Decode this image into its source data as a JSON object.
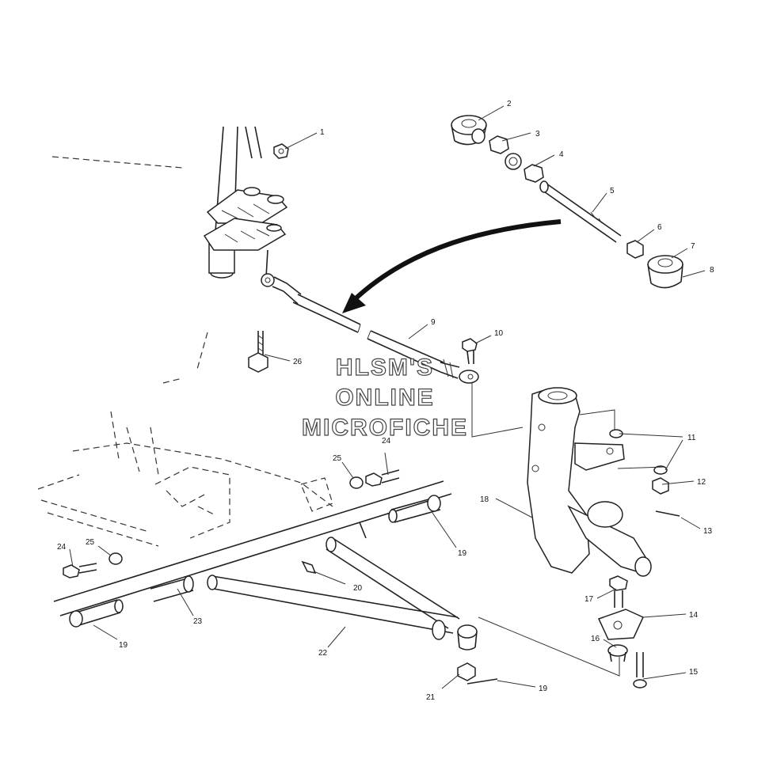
{
  "watermark": {
    "line1": "HLSM'S",
    "line2": "ONLINE",
    "line3": "MICROFICHE"
  },
  "callouts": [
    {
      "id": "c1",
      "text": "1"
    },
    {
      "id": "c2",
      "text": "2"
    },
    {
      "id": "c3",
      "text": "3"
    },
    {
      "id": "c4",
      "text": "4"
    },
    {
      "id": "c5",
      "text": "5"
    },
    {
      "id": "c6",
      "text": "6"
    },
    {
      "id": "c7",
      "text": "7"
    },
    {
      "id": "c8",
      "text": "8"
    },
    {
      "id": "c9",
      "text": "9"
    },
    {
      "id": "c10",
      "text": "10"
    },
    {
      "id": "c11",
      "text": "11"
    },
    {
      "id": "c12",
      "text": "12"
    },
    {
      "id": "c13",
      "text": "13"
    },
    {
      "id": "c14",
      "text": "14"
    },
    {
      "id": "c15",
      "text": "15"
    },
    {
      "id": "c16",
      "text": "16"
    },
    {
      "id": "c17",
      "text": "17"
    },
    {
      "id": "c18",
      "text": "18"
    },
    {
      "id": "c19a",
      "text": "19"
    },
    {
      "id": "c19b",
      "text": "19"
    },
    {
      "id": "c19c",
      "text": "19"
    },
    {
      "id": "c20",
      "text": "20"
    },
    {
      "id": "c21",
      "text": "21"
    },
    {
      "id": "c22",
      "text": "22"
    },
    {
      "id": "c23",
      "text": "23"
    },
    {
      "id": "c24a",
      "text": "24"
    },
    {
      "id": "c24b",
      "text": "24"
    },
    {
      "id": "c25a",
      "text": "25"
    },
    {
      "id": "c25b",
      "text": "25"
    },
    {
      "id": "c26",
      "text": "26"
    }
  ]
}
